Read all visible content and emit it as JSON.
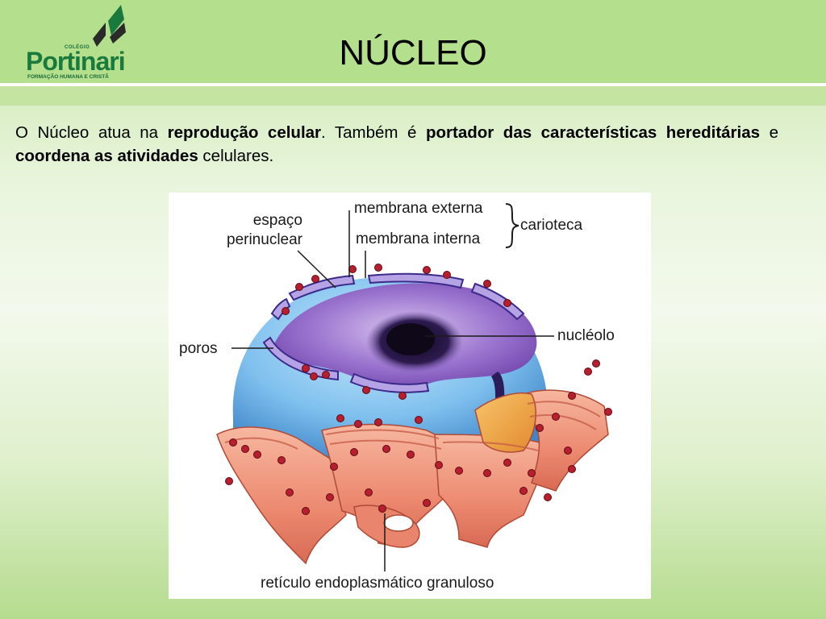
{
  "header": {
    "logo": {
      "pre": "COLÉGIO",
      "name": "Portinari",
      "sub": "FORMAÇÃO HUMANA E CRISTÃ",
      "icon": "book-leaf-icon",
      "colors": {
        "dark": "#2a2a2a",
        "green": "#1a7a3e"
      }
    },
    "title": "NÚCLEO"
  },
  "body": {
    "intro_1": "O Núcleo atua na ",
    "strong_1": "reprodução celular",
    "intro_2": ". Também é ",
    "strong_2": "portador das características hereditárias",
    "intro_3": " e ",
    "strong_3": "coordena as atividades",
    "intro_4": " celulares."
  },
  "figure": {
    "labels": {
      "espaco": "espaço",
      "perinuclear": "perinuclear",
      "membrana_externa": "membrana externa",
      "membrana_interna": "membrana interna",
      "carioteca": "carioteca",
      "nucleolo": "nucléolo",
      "poros": "poros",
      "reticulo": "retículo endoplasmático granuloso"
    },
    "colors": {
      "nucleus": "#7fc0ee",
      "nucleoplasm": "#8a5cc0",
      "nucleolus": "#1a1030",
      "reticulum": "#ec8a70",
      "ribosome": "#b81e2e"
    }
  },
  "colors": {
    "header_bg": "#b4df8c",
    "band": "#c4e5a2",
    "text": "#000000"
  }
}
